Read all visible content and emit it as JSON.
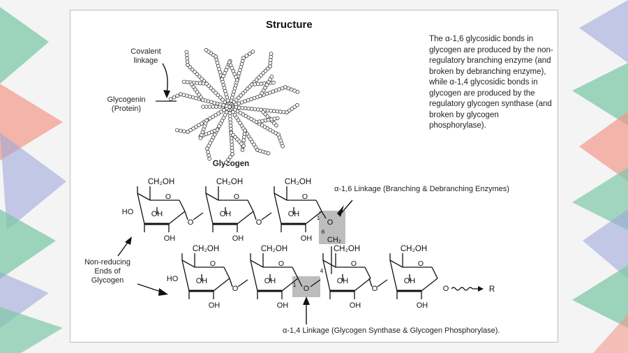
{
  "panel": {
    "title": "Structure",
    "note": "The α-1,6 glycosidic bonds in glycogen are produced by the non-regulatory branching enzyme (and broken by debranching enzyme), while α-1,4 glycosidic bonds in glycogen are produced by the regulatory glycogen synthase (and broken by glycogen phosphorylase)."
  },
  "labels": {
    "covalent": "Covalent linkage",
    "glycogenin": "Glycogenin (Protein)",
    "glycogen": "Glycogen",
    "alpha16": "α-1,6 Linkage (Branching & Debranching Enzymes)",
    "alpha14": "α-1,4 Linkage (Glycogen Synthase & Glycogen Phosphorylase).",
    "nonreducing": "Non-reducing Ends of Glycogen"
  },
  "chem": {
    "ch2oh": "CH₂OH",
    "oh": "OH",
    "ho": "HO",
    "o": "O",
    "ch2": "CH₂",
    "r": "R",
    "pos1": "1",
    "pos4": "4",
    "pos6": "6"
  },
  "colors": {
    "highlight": "#bdbdbd",
    "ink": "#111111",
    "bead_fill": "#ffffff"
  }
}
